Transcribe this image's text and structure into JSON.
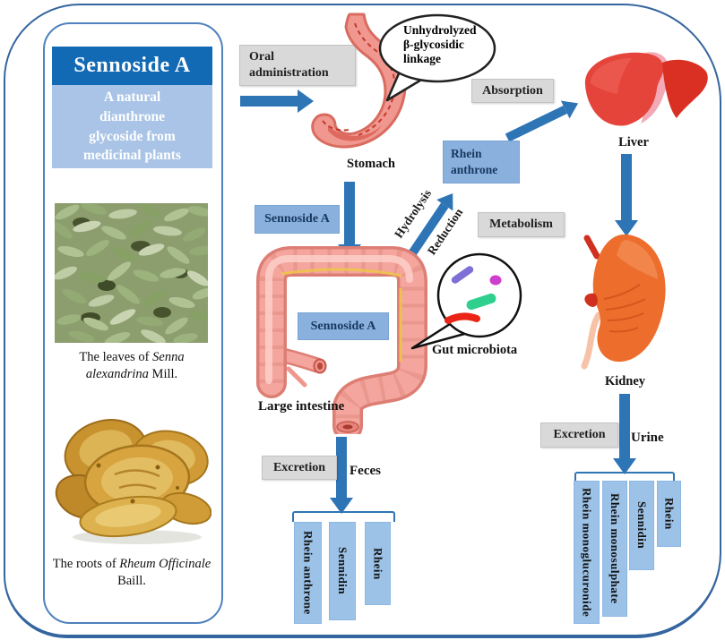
{
  "left_panel": {
    "title": "Sennoside A",
    "subtitle_lines": [
      "A natural",
      "dianthrone",
      "glycoside from",
      "medicinal plants"
    ],
    "leaves_caption": {
      "prefix": "The leaves of ",
      "italic": "Senna alexandrina",
      "suffix": " Mill."
    },
    "roots_caption": {
      "prefix": "The roots of ",
      "italic": "Rheum Officinale",
      "suffix": " Baill."
    }
  },
  "labels": {
    "oral_administration": "Oral administration",
    "stomach": "Stomach",
    "bubble_lines": [
      "Unhydrolyzed",
      "β-glycosidic",
      "linkage"
    ],
    "absorption": "Absorption",
    "rhein_anthrone": "Rhein anthrone",
    "liver": "Liver",
    "sennoside_a": "Sennoside A",
    "hydrolysis": "Hydrolysis",
    "reduction": "Reduction",
    "metabolism": "Metabolism",
    "gut_microbiota": "Gut microbiota",
    "large_intestine": "Large intestine",
    "kidney": "Kidney",
    "excretion": "Excretion",
    "feces": "Feces",
    "urine": "Urine"
  },
  "feces_metabolites": [
    "Rhein anthrone",
    "Sennidin",
    "Rhein"
  ],
  "urine_metabolites": [
    "Rhein monoglucuronide",
    "Rhein monosulphate",
    "Sennidin",
    "Rhein"
  ],
  "colors": {
    "header_blue": "#1269b4",
    "panel_light_blue": "#a9c4e6",
    "label_box_blue": "#8ab1de",
    "bar_blue": "#9cc2e7",
    "gray_box": "#d9d9d9",
    "arrow_blue": "#2e75b6",
    "border_blue": "#35659e"
  }
}
